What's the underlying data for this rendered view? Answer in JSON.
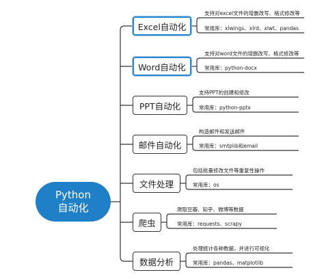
{
  "root": {
    "line1": "Python",
    "line2": "自动化"
  },
  "branches": [
    {
      "label": "Excel自动化",
      "desc": "支持对excel文件的增删改写、格式修改等",
      "libs": "常用库：xlwings、xlrd、xlwt、pandas",
      "highlight": true
    },
    {
      "label": "Word自动化",
      "desc": "支持对word文件的增删改写、格式修改等",
      "libs": "常用库：python-docx",
      "highlight": true
    },
    {
      "label": "PPT自动化",
      "desc": "支持PPT的创建和修改",
      "libs": "常用库：python-pptx",
      "highlight": false
    },
    {
      "label": "邮件自动化",
      "desc": "构造邮件和发送邮件",
      "libs": "常用库：smtplib和email",
      "highlight": false
    },
    {
      "label": "文件处理",
      "desc": "包括批量修改文件等重复性操作",
      "libs": "常用库：os",
      "highlight": false
    },
    {
      "label": "爬虫",
      "desc": "爬取豆瓣、知乎、微博等数据",
      "libs": "常用库：requests、scrapy",
      "highlight": false
    },
    {
      "label": "数据分析",
      "desc": "处理统计各种数据，并进行可视化",
      "libs": "常用库：pandas、matplotlib",
      "highlight": false
    }
  ],
  "colors": {
    "root_fill": "#1f80c8",
    "line": "#333333",
    "highlight_border": "#2b86d0"
  }
}
